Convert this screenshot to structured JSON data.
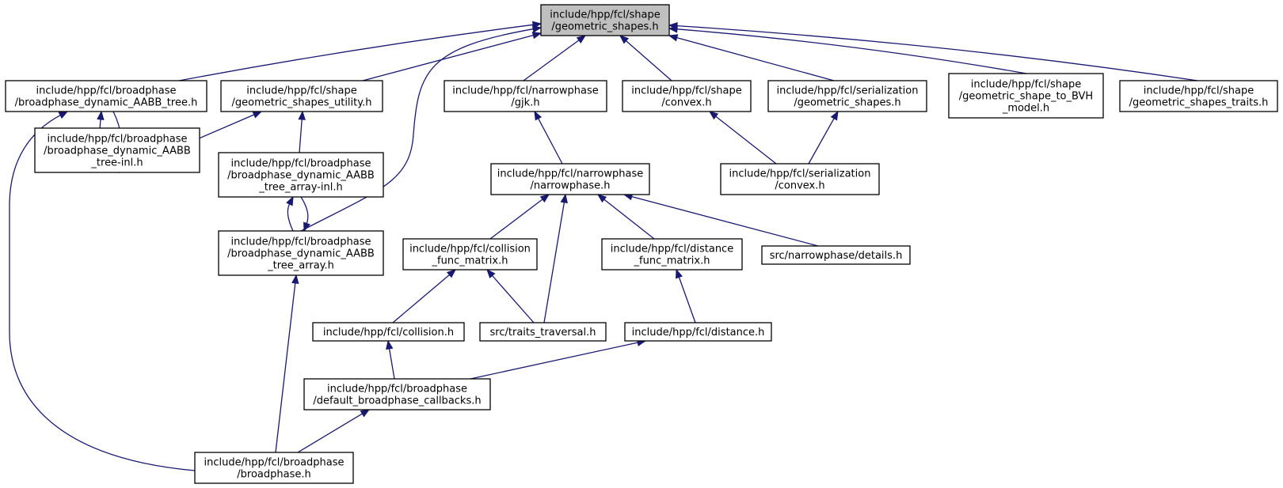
{
  "diagram": {
    "colors": {
      "edge": "#191970",
      "root_fill": "#bfbfbf",
      "node_fill": "#ffffff",
      "border": "#000000"
    },
    "nodes": [
      {
        "id": "geometric_shapes",
        "lines": [
          "include/hpp/fcl/shape",
          "/geometric_shapes.h"
        ]
      },
      {
        "id": "bp_dyn_aabb_tree",
        "lines": [
          "include/hpp/fcl/broadphase",
          "/broadphase_dynamic_AABB_tree.h"
        ]
      },
      {
        "id": "geometric_shapes_utility",
        "lines": [
          "include/hpp/fcl/shape",
          "/geometric_shapes_utility.h"
        ]
      },
      {
        "id": "gjk",
        "lines": [
          "include/hpp/fcl/narrowphase",
          "/gjk.h"
        ]
      },
      {
        "id": "convex",
        "lines": [
          "include/hpp/fcl/shape",
          "/convex.h"
        ]
      },
      {
        "id": "ser_geometric_shapes",
        "lines": [
          "include/hpp/fcl/serialization",
          "/geometric_shapes.h"
        ]
      },
      {
        "id": "shape_to_bvh",
        "lines": [
          "include/hpp/fcl/shape",
          "/geometric_shape_to_BVH",
          "_model.h"
        ]
      },
      {
        "id": "shapes_traits",
        "lines": [
          "include/hpp/fcl/shape",
          "/geometric_shapes_traits.h"
        ]
      },
      {
        "id": "bp_dyn_aabb_tree_inl",
        "lines": [
          "include/hpp/fcl/broadphase",
          "/broadphase_dynamic_AABB",
          "_tree-inl.h"
        ]
      },
      {
        "id": "bp_dyn_aabb_tree_array_inl",
        "lines": [
          "include/hpp/fcl/broadphase",
          "/broadphase_dynamic_AABB",
          "_tree_array-inl.h"
        ]
      },
      {
        "id": "narrowphase",
        "lines": [
          "include/hpp/fcl/narrowphase",
          "/narrowphase.h"
        ]
      },
      {
        "id": "ser_convex",
        "lines": [
          "include/hpp/fcl/serialization",
          "/convex.h"
        ]
      },
      {
        "id": "bp_dyn_aabb_tree_array",
        "lines": [
          "include/hpp/fcl/broadphase",
          "/broadphase_dynamic_AABB",
          "_tree_array.h"
        ]
      },
      {
        "id": "collision_func_matrix",
        "lines": [
          "include/hpp/fcl/collision",
          "_func_matrix.h"
        ]
      },
      {
        "id": "distance_func_matrix",
        "lines": [
          "include/hpp/fcl/distance",
          "_func_matrix.h"
        ]
      },
      {
        "id": "details",
        "lines": [
          "src/narrowphase/details.h"
        ]
      },
      {
        "id": "collision",
        "lines": [
          "include/hpp/fcl/collision.h"
        ]
      },
      {
        "id": "traits_traversal",
        "lines": [
          "src/traits_traversal.h"
        ]
      },
      {
        "id": "distance",
        "lines": [
          "include/hpp/fcl/distance.h"
        ]
      },
      {
        "id": "default_bp_callbacks",
        "lines": [
          "include/hpp/fcl/broadphase",
          "/default_broadphase_callbacks.h"
        ]
      },
      {
        "id": "broadphase",
        "lines": [
          "include/hpp/fcl/broadphase",
          "/broadphase.h"
        ]
      }
    ],
    "edges": [
      {
        "from": "bp_dyn_aabb_tree",
        "to": "geometric_shapes"
      },
      {
        "from": "geometric_shapes_utility",
        "to": "geometric_shapes"
      },
      {
        "from": "bp_dyn_aabb_tree_array",
        "to": "geometric_shapes"
      },
      {
        "from": "gjk",
        "to": "geometric_shapes"
      },
      {
        "from": "convex",
        "to": "geometric_shapes"
      },
      {
        "from": "ser_geometric_shapes",
        "to": "geometric_shapes"
      },
      {
        "from": "shape_to_bvh",
        "to": "geometric_shapes"
      },
      {
        "from": "shapes_traits",
        "to": "geometric_shapes"
      },
      {
        "from": "bp_dyn_aabb_tree_inl",
        "to": "bp_dyn_aabb_tree"
      },
      {
        "from": "bp_dyn_aabb_tree",
        "to": "bp_dyn_aabb_tree_inl"
      },
      {
        "from": "broadphase",
        "to": "bp_dyn_aabb_tree"
      },
      {
        "from": "bp_dyn_aabb_tree_inl",
        "to": "geometric_shapes_utility"
      },
      {
        "from": "bp_dyn_aabb_tree_array_inl",
        "to": "geometric_shapes_utility"
      },
      {
        "from": "bp_dyn_aabb_tree_array",
        "to": "bp_dyn_aabb_tree_array_inl"
      },
      {
        "from": "bp_dyn_aabb_tree_array_inl",
        "to": "bp_dyn_aabb_tree_array"
      },
      {
        "from": "broadphase",
        "to": "bp_dyn_aabb_tree_array"
      },
      {
        "from": "narrowphase",
        "to": "gjk"
      },
      {
        "from": "ser_convex",
        "to": "convex"
      },
      {
        "from": "ser_convex",
        "to": "ser_geometric_shapes"
      },
      {
        "from": "collision_func_matrix",
        "to": "narrowphase"
      },
      {
        "from": "traits_traversal",
        "to": "narrowphase"
      },
      {
        "from": "distance_func_matrix",
        "to": "narrowphase"
      },
      {
        "from": "details",
        "to": "narrowphase"
      },
      {
        "from": "collision",
        "to": "collision_func_matrix"
      },
      {
        "from": "traits_traversal",
        "to": "collision_func_matrix"
      },
      {
        "from": "distance",
        "to": "distance_func_matrix"
      },
      {
        "from": "default_bp_callbacks",
        "to": "collision"
      },
      {
        "from": "default_bp_callbacks",
        "to": "distance"
      },
      {
        "from": "broadphase",
        "to": "default_bp_callbacks"
      }
    ]
  }
}
